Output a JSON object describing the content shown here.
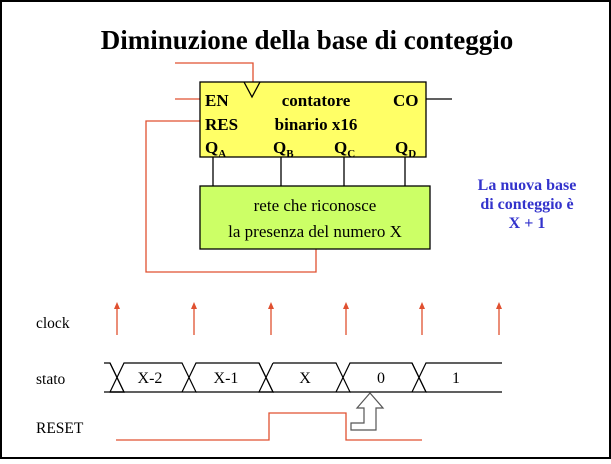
{
  "title": "Diminuzione della base di conteggio",
  "counter": {
    "en": "EN",
    "res": "RES",
    "co": "CO",
    "name_line1": "contatore",
    "name_line2": "binario x16",
    "outputs": [
      {
        "letter": "Q",
        "sub": "A"
      },
      {
        "letter": "Q",
        "sub": "B"
      },
      {
        "letter": "Q",
        "sub": "C"
      },
      {
        "letter": "Q",
        "sub": "D"
      }
    ],
    "fill_color": "#ffff66"
  },
  "recognizer": {
    "line1": "rete che riconosce",
    "line2": "la presenza del numero X",
    "fill_color": "#ccff66"
  },
  "note": {
    "line1": "La nuova base",
    "line2": "di conteggio è",
    "line3": "X + 1",
    "color": "#3333cc"
  },
  "timing": {
    "clock_label": "clock",
    "state_label": "stato",
    "reset_label": "RESET",
    "states": [
      "X-2",
      "X-1",
      "X",
      "0",
      "1"
    ],
    "signal_color": "#e05030"
  }
}
